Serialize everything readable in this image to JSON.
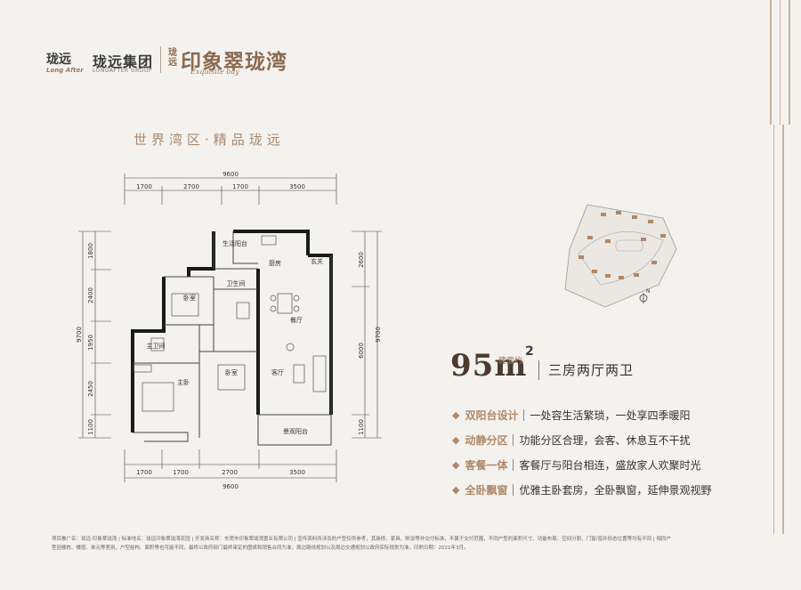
{
  "header": {
    "logo_a": "珑远",
    "logo_a_sub": "Long After",
    "logo_b": "珑远集团",
    "logo_b_sub": "LONGAFTER GROUP",
    "project_prefix": "珑远",
    "project_name": "印象翠珑湾",
    "project_sub": "Exquisite bay"
  },
  "slogan": "世界湾区·精品珑远",
  "plan": {
    "top_total": "9600",
    "top_segments": [
      "1700",
      "2700",
      "1700",
      "3500"
    ],
    "bottom_total": "9600",
    "bottom_segments": [
      "1700",
      "1700",
      "2700",
      "3500"
    ],
    "left_total": "9700",
    "left_segments": [
      "1800",
      "2400",
      "1950",
      "2450",
      "1100"
    ],
    "right_total": "9700",
    "right_segments": [
      "2600",
      "6000",
      "1100"
    ],
    "rooms": {
      "living_balcony": "生活阳台",
      "kitchen": "厨房",
      "entrance": "玄关",
      "bathroom": "卫生间",
      "bedroom_1": "卧室",
      "dining": "餐厅",
      "master_bath": "主卫间",
      "master_bedroom": "主卧",
      "bedroom_2": "卧室",
      "living": "客厅",
      "view_balcony": "景观阳台"
    }
  },
  "area": {
    "value": "95m",
    "sup": "2",
    "label": "建面约",
    "layout": "三房两厅两卫"
  },
  "features": [
    {
      "title": "双阳台设计",
      "desc": "一处容生活繁琐，一处享四季暖阳"
    },
    {
      "title": "动静分区",
      "desc": "功能分区合理，会客、休息互不干扰"
    },
    {
      "title": "客餐一体",
      "desc": "客餐厅与阳台相连，盛放家人欢聚时光"
    },
    {
      "title": "全卧飘窗",
      "desc": "优雅主卧套房，全卧飘窗，延伸景观视野"
    }
  ],
  "footnote": {
    "line1": "项目推广名：珑远·印象翠珑湾 | 标准地名：珑远印象翠珑湾花园 | 开发商名称：东莞市印象翠珑湾置业有限公司 | 宣传资料所涉及的户型仅供参考，其装修、家具、陈设等非交付标准，不属于交付范围，不同户型的面积尺寸、功能布局、空间分割、门窗/窗井形态位置等均有不同 | 相同户",
    "line2": "型因楼栋、楼层、单元等差别，户型结构、面积等也可能不同，最终以政府部门最终审定的图纸和销售合同为准；周边路线规划以及周边交通规划以政府实际规划为准。印刷日期：2021年3月。"
  },
  "compass": "N",
  "colors": {
    "accent": "#b08868",
    "wall": "#1a1a1a",
    "deco": "#c7b29e"
  }
}
